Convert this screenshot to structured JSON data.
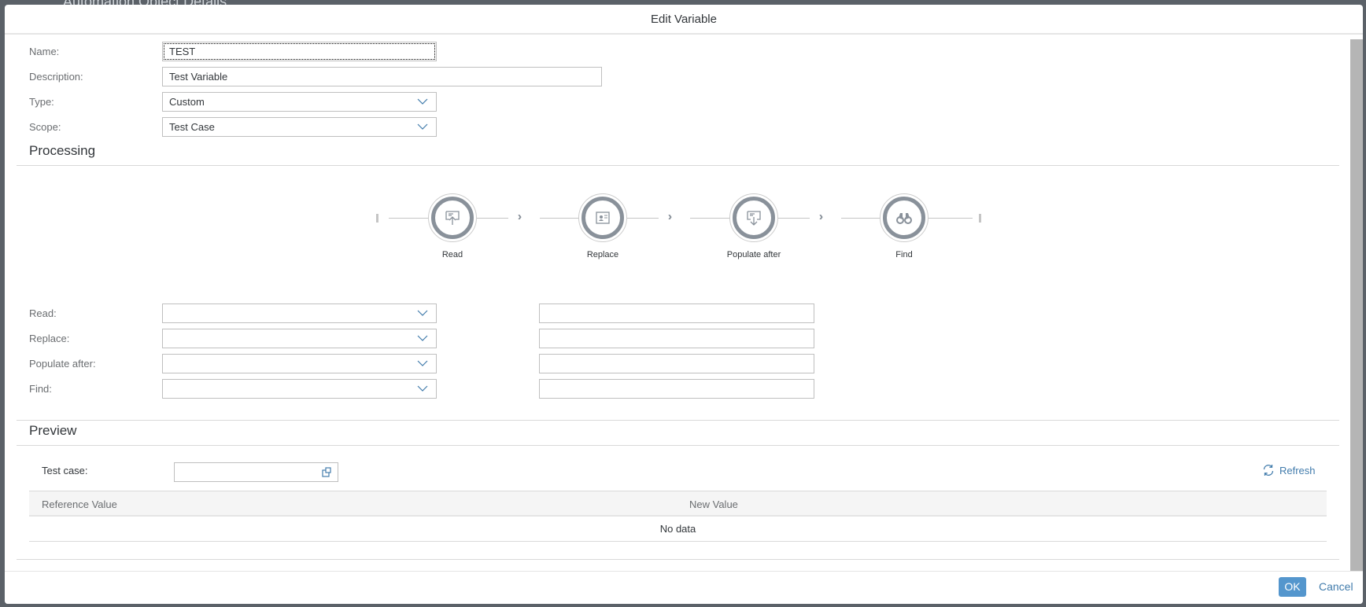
{
  "background": {
    "title": "Automation Object Details"
  },
  "dialog": {
    "title": "Edit Variable"
  },
  "fields": {
    "name": {
      "label": "Name:",
      "value": "TEST"
    },
    "description": {
      "label": "Description:",
      "value": "Test Variable"
    },
    "type": {
      "label": "Type:",
      "value": "Custom"
    },
    "scope": {
      "label": "Scope:",
      "value": "Test Case"
    }
  },
  "processing": {
    "title": "Processing",
    "steps": [
      {
        "label": "Read",
        "icon": "read-upload-icon"
      },
      {
        "label": "Replace",
        "icon": "contact-card-icon"
      },
      {
        "label": "Populate after",
        "icon": "populate-download-icon"
      },
      {
        "label": "Find",
        "icon": "binoculars-icon"
      }
    ],
    "rows": [
      {
        "label": "Read:",
        "select": "",
        "value": ""
      },
      {
        "label": "Replace:",
        "select": "",
        "value": ""
      },
      {
        "label": "Populate after:",
        "select": "",
        "value": ""
      },
      {
        "label": "Find:",
        "select": "",
        "value": ""
      }
    ]
  },
  "preview": {
    "title": "Preview",
    "test_case_label": "Test case:",
    "test_case_value": "",
    "refresh": "Refresh",
    "columns": [
      "Reference Value",
      "New Value"
    ],
    "empty": "No data"
  },
  "footer": {
    "ok": "OK",
    "cancel": "Cancel"
  },
  "colors": {
    "accent": "#427cac",
    "ok_button": "#5496cd",
    "step_ring": "#89919a"
  }
}
